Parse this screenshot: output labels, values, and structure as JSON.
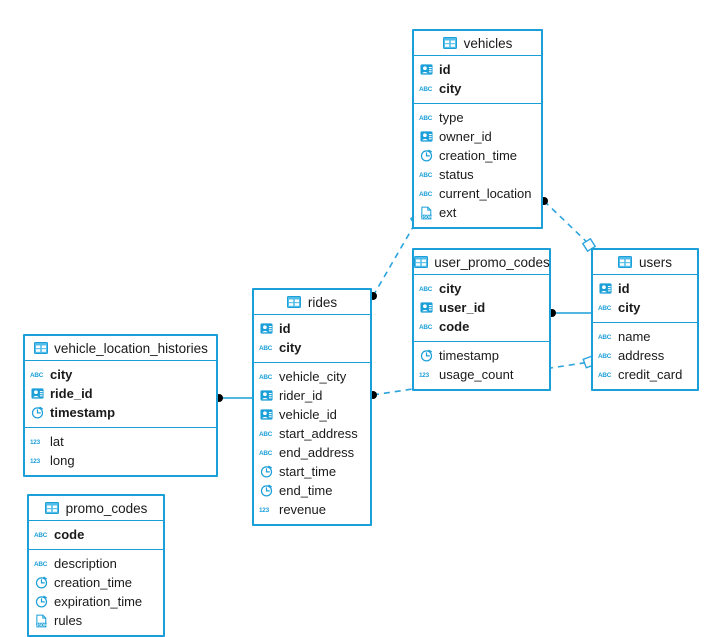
{
  "diagram": {
    "kind": "entity-relationship-diagram",
    "accent_color": "#1b9fd8",
    "icon_color": "#1b9fd8",
    "background": "#ffffff",
    "text_color": "#1a1a1a"
  },
  "tables": [
    {
      "id": "vehicles",
      "name": "vehicles",
      "icon": "table-icon",
      "primary_key_fields": [
        {
          "name": "id",
          "icon": "key-person-icon"
        },
        {
          "name": "city",
          "icon": "abc-text-icon"
        }
      ],
      "fields": [
        {
          "name": "type",
          "icon": "abc-text-icon"
        },
        {
          "name": "owner_id",
          "icon": "key-person-icon"
        },
        {
          "name": "creation_time",
          "icon": "clock-icon"
        },
        {
          "name": "status",
          "icon": "abc-text-icon"
        },
        {
          "name": "current_location",
          "icon": "abc-text-icon"
        },
        {
          "name": "ext",
          "icon": "json-file-icon"
        }
      ]
    },
    {
      "id": "user_promo_codes",
      "name": "user_promo_codes",
      "icon": "table-icon",
      "primary_key_fields": [
        {
          "name": "city",
          "icon": "abc-text-icon"
        },
        {
          "name": "user_id",
          "icon": "key-person-icon"
        },
        {
          "name": "code",
          "icon": "abc-text-icon"
        }
      ],
      "fields": [
        {
          "name": "timestamp",
          "icon": "clock-icon"
        },
        {
          "name": "usage_count",
          "icon": "number-123-icon"
        }
      ]
    },
    {
      "id": "users",
      "name": "users",
      "icon": "table-icon",
      "primary_key_fields": [
        {
          "name": "id",
          "icon": "key-person-icon"
        },
        {
          "name": "city",
          "icon": "abc-text-icon"
        }
      ],
      "fields": [
        {
          "name": "name",
          "icon": "abc-text-icon"
        },
        {
          "name": "address",
          "icon": "abc-text-icon"
        },
        {
          "name": "credit_card",
          "icon": "abc-text-icon"
        }
      ]
    },
    {
      "id": "rides",
      "name": "rides",
      "icon": "table-icon",
      "primary_key_fields": [
        {
          "name": "id",
          "icon": "key-person-icon"
        },
        {
          "name": "city",
          "icon": "abc-text-icon"
        }
      ],
      "fields": [
        {
          "name": "vehicle_city",
          "icon": "abc-text-icon"
        },
        {
          "name": "rider_id",
          "icon": "key-person-icon"
        },
        {
          "name": "vehicle_id",
          "icon": "key-person-icon"
        },
        {
          "name": "start_address",
          "icon": "abc-text-icon"
        },
        {
          "name": "end_address",
          "icon": "abc-text-icon"
        },
        {
          "name": "start_time",
          "icon": "clock-icon"
        },
        {
          "name": "end_time",
          "icon": "clock-icon"
        },
        {
          "name": "revenue",
          "icon": "number-123-icon"
        }
      ]
    },
    {
      "id": "vehicle_location_histories",
      "name": "vehicle_location_histories",
      "icon": "table-icon",
      "primary_key_fields": [
        {
          "name": "city",
          "icon": "abc-text-icon"
        },
        {
          "name": "ride_id",
          "icon": "key-person-icon"
        },
        {
          "name": "timestamp",
          "icon": "clock-icon"
        }
      ],
      "fields": [
        {
          "name": "lat",
          "icon": "number-123-icon"
        },
        {
          "name": "long",
          "icon": "number-123-icon"
        }
      ]
    },
    {
      "id": "promo_codes",
      "name": "promo_codes",
      "icon": "table-icon",
      "primary_key_fields": [
        {
          "name": "code",
          "icon": "abc-text-icon"
        }
      ],
      "fields": [
        {
          "name": "description",
          "icon": "abc-text-icon"
        },
        {
          "name": "creation_time",
          "icon": "clock-icon"
        },
        {
          "name": "expiration_time",
          "icon": "clock-icon"
        },
        {
          "name": "rules",
          "icon": "json-file-icon"
        }
      ]
    }
  ],
  "relationships": [
    {
      "id": "rel-vlh-rides",
      "from": "vehicle_location_histories",
      "to": "rides",
      "style": "solid",
      "from_marker": "dot",
      "to_marker": "none"
    },
    {
      "id": "rel-upc-users",
      "from": "user_promo_codes",
      "to": "users",
      "style": "solid",
      "from_marker": "dot",
      "to_marker": "none"
    },
    {
      "id": "rel-rides-vehicles",
      "from": "rides",
      "to": "vehicles",
      "style": "dashed",
      "from_marker": "dot",
      "to_marker": "square"
    },
    {
      "id": "rel-vehicles-users",
      "from": "vehicles",
      "to": "users",
      "style": "dashed",
      "from_marker": "dot",
      "to_marker": "square"
    },
    {
      "id": "rel-rides-users",
      "from": "rides",
      "to": "users",
      "style": "dashed",
      "from_marker": "dot",
      "to_marker": "square"
    }
  ]
}
